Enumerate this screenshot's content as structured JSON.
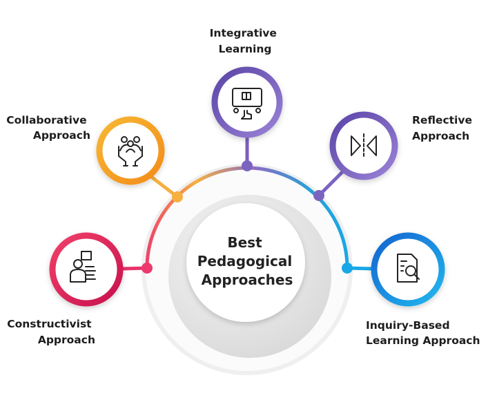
{
  "center": {
    "lines": [
      "Best",
      "Pedagogical",
      "Approaches"
    ]
  },
  "nodes": [
    {
      "id": "integrative",
      "lines": [
        "Integrative",
        "Learning"
      ],
      "color": "#7b5fbf",
      "icon": "touch-screen-icon"
    },
    {
      "id": "collaborative",
      "lines": [
        "Collaborative",
        "Approach"
      ],
      "color": "#f5a623",
      "icon": "team-hands-icon"
    },
    {
      "id": "reflective",
      "lines": [
        "Reflective",
        "Approach"
      ],
      "color": "#6f58b8",
      "icon": "mirror-reflection-icon"
    },
    {
      "id": "constructivist",
      "lines": [
        "Constructivist",
        "Approach"
      ],
      "color": "#e0245e",
      "icon": "presenter-icon"
    },
    {
      "id": "inquiry",
      "lines": [
        "Inquiry-Based",
        "Learning Approach"
      ],
      "color": "#1b9be0",
      "icon": "document-search-icon"
    }
  ],
  "colors": {
    "arc_left": "#ef3f6b",
    "arc_orange": "#f5b041",
    "arc_purple": "#8a6cc6",
    "arc_right": "#1aa7e6"
  }
}
